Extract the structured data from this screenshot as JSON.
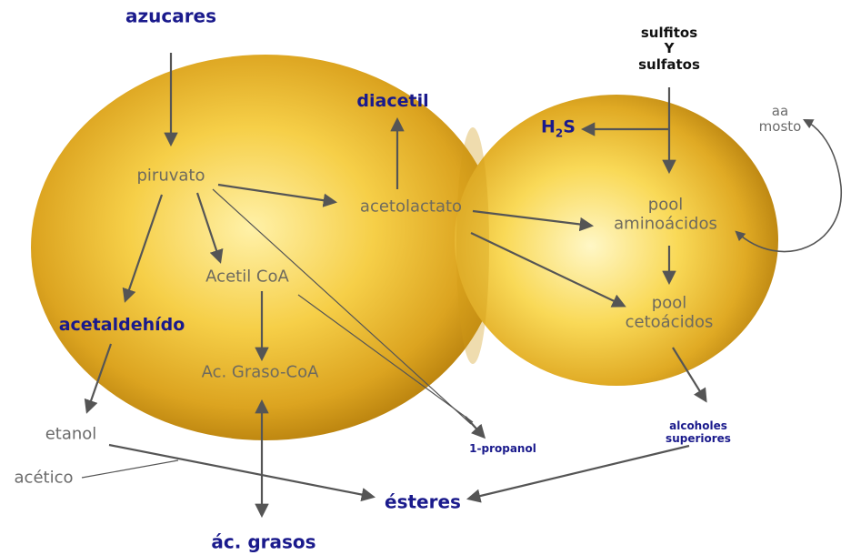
{
  "labels": {
    "azucares": "azucares",
    "sulfitos_line1": "sulfitos",
    "sulfitos_line2": "Y",
    "sulfitos_line3": "sulfatos",
    "aa_line1": "aa",
    "aa_line2": "mosto",
    "diacetil": "diacetil",
    "h2s_h": "H",
    "h2s_sub": "2",
    "h2s_s": "S",
    "piruvato": "piruvato",
    "acetolactato": "acetolactato",
    "pool_amino_line1": "pool",
    "pool_amino_line2": "aminoácidos",
    "acetil_coa": "Acetil CoA",
    "pool_ceto_line1": "pool",
    "pool_ceto_line2": "cetoácidos",
    "acetaldehido": "acetaldehído",
    "graso_coa": "Ac. Graso-CoA",
    "etanol": "etanol",
    "propanol": "1-propanol",
    "alcoholes_line1": "alcoholes",
    "alcoholes_line2": "superiores",
    "acetico": "acético",
    "esteres": "ésteres",
    "ac_grasos": "ác. grasos"
  },
  "colors": {
    "cell_light": "#fff4b0",
    "cell_mid": "#f3c632",
    "cell_dark": "#c8900e",
    "arrow": "#555555",
    "blue_text": "#1a1a8c"
  }
}
